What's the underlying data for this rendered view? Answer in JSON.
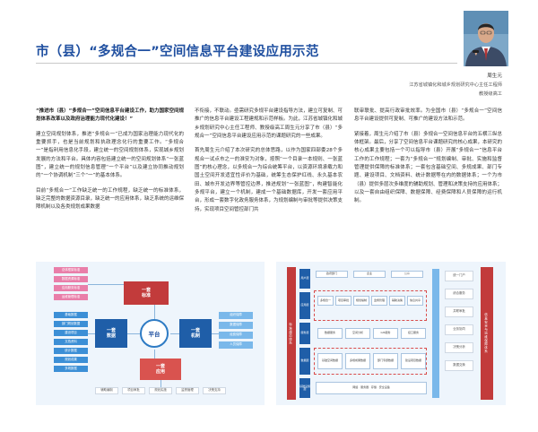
{
  "header": {
    "title": "市（县）“多规合一”空间信息平台建设应用示范"
  },
  "author": {
    "name": "周生元",
    "org": "江苏省城镇化和城乡规划研究中心主任工程师",
    "position": "教授级高工"
  },
  "body": {
    "col1": [
      "“推进市（县）“多规合一”空间信息平台建设工作，助力国家空间规划体系改革以及政府治理能力现代化建设！”",
      "建立空间规划体系，推进“多规合一”已成为国家治理能力现代化的重要抓手，也是当前规划和执政理念化行的重要工作。“多规合一”是指利用信息化手段，建立统一的空间规划体系，实现城乡规划发展的方法和平台。具体内容包括建立统一的空间规划体系“一张蓝图”，建立统一的规划信息管理“一个平台”以及建立协同推动规划的“一个协调机制”三个“一”的基本体系。",
      "目前“多规合一”工作缺乏统一的工作规程，缺乏统一的标准体系，缺乏完整的数据资源目录，缺乏统一的应用体系，缺乏系统的运维保障机制以及各类规划成果数据"
    ],
    "col2": [
      "不衔接，不联动。亟需研究多规平台建设指导方法，建立可复制、可推广的信息平台建设工程建规和示范样板。为此，江苏省城镇化和城乡规划研究中心主任工程师、教授级高工周生元分享了市（县）“多规合一”空间信息平台建设应用示范的课题研究的一些成果。",
      "首先周生元介绍了本次研究的总体思路，以作为国家四部委28个多规合一试点市之一的淮安为对象，按照“一个目录一本规则、一张蓝图”的核心理念，以多规合一为综合统筹平台，以资源环境承载力和国土空间开发适宜性评价为基础，统筹生态保护红线、永久基本农田、城市开发边界等管控边界，推进规划“一张蓝图”，构建智能化多规平台，建立一个机制，建成一个基础数据库，开发一套应用平台，形成一套数字化政务服务体系，为规划编制与审批等提供决策支持，实现项目空间管控部门共"
    ],
    "col3": [
      "联审联批、提高行政审批效率。为全国市（县）“多规合一”空间信息平台建设提供可复制、可推广的建设方法和示范。",
      "紧接着，周生元介绍了市（县）多规合一空间信息平台的五横三纵总体框架。最后，分享了空间信息平台课题研究的核心成果，本研究的核心成果主要包括一个可以指导市（县）开展“多规合一”信息平台工作的工作规程；一套为“多规合一”规划编制、审批、实施和监督管理提供保障的标准体系；一套包含基础空间、多规成果、部门专题、建设项目、文档资料、统计数据等在内的数据体系；一个为市（县）提供多层次多维度的辅助规划、管理和决策支持的应用体系；以及一套自由组织保障、数据保障、经费保障和人员保障的运行机制。"
    ]
  },
  "diagram1": {
    "center": "平台",
    "top_block": "一套\n标准",
    "left_block": "一套\n数据",
    "right_block": "一套\n机制",
    "bottom_block": "一套\n应用",
    "top_items": [
      "总体框架标准",
      "数据资源标准",
      "应用服务标准",
      "运维管理标准"
    ],
    "left_items": [
      "基础数据",
      "部门规划数据",
      "建设项目",
      "文档资料",
      "统计数据",
      "规划成果",
      "多规数据"
    ],
    "right_items": [
      "组织保障",
      "数据保障",
      "经费保障",
      "人员保障"
    ],
    "bottom_items": [
      "辅助编制",
      "项目审批",
      "规划实施",
      "监督管理",
      "决策支持"
    ]
  },
  "diagram2": {
    "left_vertical": "标准规范体系",
    "right_vertical": "信息安全与运维保障体系",
    "layers": [
      "用户层",
      "应用层",
      "服务层",
      "数据层",
      "基础设施层"
    ],
    "left_headers": [
      "政府部门",
      "企业",
      "公众"
    ],
    "app_items": [
      "多规合一",
      "项目审批",
      "规划编制",
      "监督管理",
      "辅助决策",
      "信息共享"
    ],
    "service_items": [
      "数据服务",
      "空间分析",
      "GIS服务",
      "接口服务"
    ],
    "data_items": [
      "基础空间数据",
      "多规成果数据",
      "部门专题数据",
      "建设项目数据"
    ],
    "right_items": [
      "统一门户",
      "综合服务",
      "并联审批",
      "业务协同",
      "决策分析",
      "数据交换"
    ],
    "infra": "网络 · 服务器 · 存储 · 安全设备"
  }
}
